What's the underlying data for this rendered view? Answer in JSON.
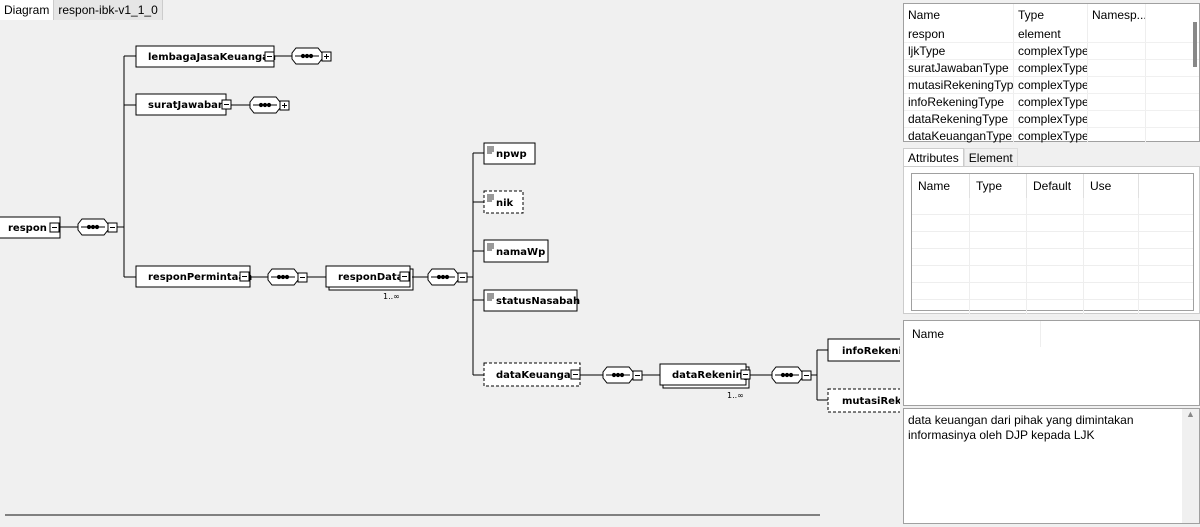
{
  "tabs": [
    {
      "label": "Diagram"
    },
    {
      "label": "respon-ibk-v1_1_0"
    }
  ],
  "diagram": {
    "root": "respon",
    "children": {
      "lembaga": "lembagaJasaKeuangan",
      "surat": "suratJawaban",
      "permintaan": "responPermintaan"
    },
    "responData": "responData",
    "responData_card": "1..∞",
    "fields": {
      "npwp": "npwp",
      "nik": "nik",
      "namaWp": "namaWp",
      "statusNasabah": "statusNasabah",
      "dataKeuangan": "dataKeuangan"
    },
    "dataRekening": "dataRekening",
    "dataRekening_card": "1..∞",
    "rek": {
      "info": "infoRekenin",
      "mutasi": "mutasiReke"
    }
  },
  "types_table": {
    "headers": [
      "Name",
      "Type",
      "Namesp..."
    ],
    "rows": [
      [
        "respon",
        "element"
      ],
      [
        "ljkType",
        "complexType"
      ],
      [
        "suratJawabanType",
        "complexType"
      ],
      [
        "mutasiRekeningType",
        "complexType"
      ],
      [
        "infoRekeningType",
        "complexType"
      ],
      [
        "dataRekeningType",
        "complexType"
      ],
      [
        "dataKeuanganType",
        "complexType"
      ]
    ]
  },
  "detail_tabs": [
    {
      "label": "Attributes",
      "active": true
    },
    {
      "label": "Element",
      "active": false
    }
  ],
  "attributes_headers": [
    "Name",
    "Type",
    "Default",
    "Use"
  ],
  "name_panel_header": "Name",
  "description": "data keuangan dari pihak yang dimintakan informasinya oleh DJP kepada LJK"
}
